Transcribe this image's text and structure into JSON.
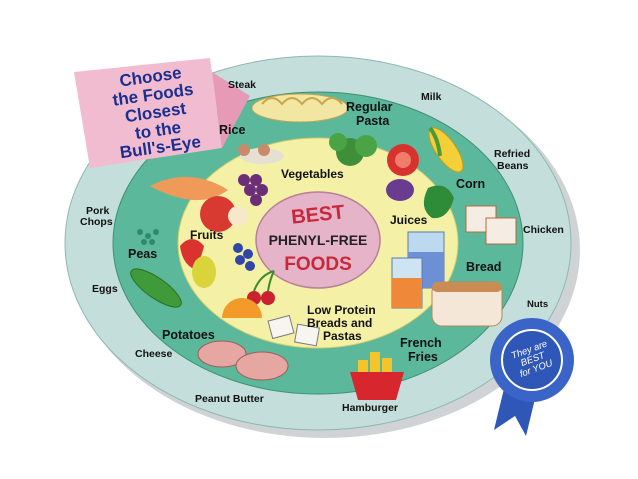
{
  "banner": {
    "line1": "Choose",
    "line2": "the Foods",
    "line3": "Closest",
    "line4": "to the",
    "line5": "Bull's-Eye"
  },
  "center": {
    "line1": "BEST",
    "line2": "PHENYL-FREE",
    "line3": "FOODS"
  },
  "inner_ring": {
    "vegetables": "Vegetables",
    "fruits": "Fruits",
    "juices": "Juices",
    "low_protein_1": "Low Protein",
    "low_protein_2": "Breads and",
    "low_protein_3": "Pastas"
  },
  "middle_ring": {
    "rice": "Rice",
    "regular_pasta_1": "Regular",
    "regular_pasta_2": "Pasta",
    "corn": "Corn",
    "bread": "Bread",
    "french_fries_1": "French",
    "french_fries_2": "Fries",
    "potatoes": "Potatoes",
    "peas": "Peas"
  },
  "outer_ring": {
    "steak": "Steak",
    "milk": "Milk",
    "refried_beans_1": "Refried",
    "refried_beans_2": "Beans",
    "chicken": "Chicken",
    "nuts": "Nuts",
    "hamburger": "Hamburger",
    "peanut_butter": "Peanut Butter",
    "cheese": "Cheese",
    "eggs": "Eggs",
    "pork_chops_1": "Pork",
    "pork_chops_2": "Chops"
  },
  "ribbon": {
    "line1": "They are",
    "line2": "BEST",
    "line3": "for YOU"
  },
  "colors": {
    "outer_ring": "#c4dedb",
    "middle_ring": "#5cb89a",
    "inner_ring": "#f4f1a6",
    "bullseye": "#e6b4c8",
    "banner_bg": "#f2bcd0",
    "banner_text": "#1b2f8f",
    "center_text_red": "#c8283c",
    "center_text_dark": "#222222",
    "ribbon_blue": "#2f57b8"
  }
}
